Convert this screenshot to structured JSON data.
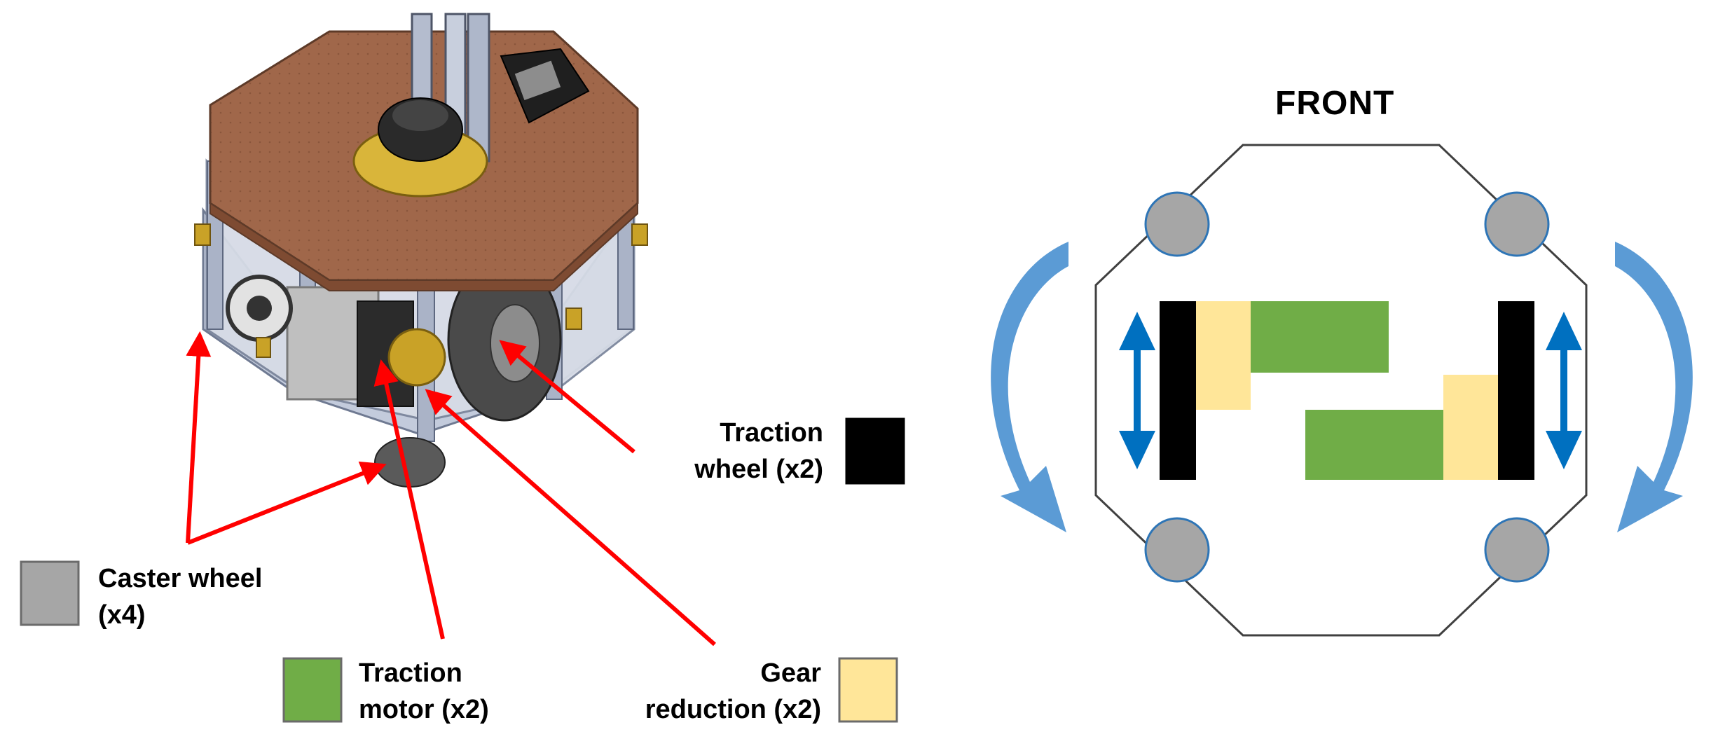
{
  "diagram": {
    "front_label": "FRONT",
    "legend": {
      "caster": {
        "line1": "Caster wheel",
        "line2": "(x4)",
        "color": "#a6a6a6"
      },
      "traction_motor": {
        "line1": "Traction",
        "line2": "motor (x2)",
        "color": "#70ad47"
      },
      "gear_reduction": {
        "line1": "Gear",
        "line2": "reduction (x2)",
        "color": "#ffe699"
      },
      "traction_wheel": {
        "line1": "Traction",
        "line2": "wheel (x2)",
        "color": "#000000"
      }
    },
    "colors": {
      "deck": "#a0674a",
      "frame": "#b9c2d6",
      "callout_arrow": "#ff0000",
      "rotation_arrow": "#5b9bd5",
      "drive_arrow": "#0070c0",
      "outline": "#404040"
    }
  }
}
